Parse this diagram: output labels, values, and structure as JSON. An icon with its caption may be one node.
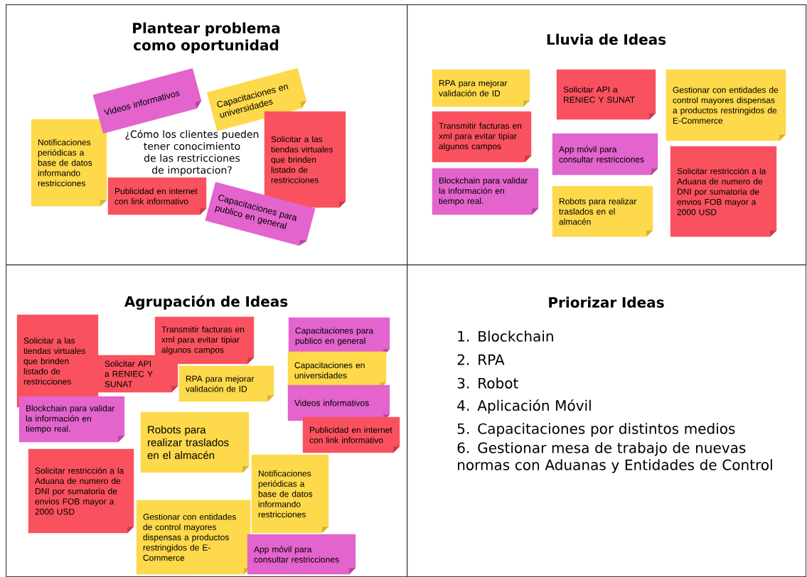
{
  "diagram": {
    "nodes": [
      {
        "text": [
          "Plantear problema como oportunidad"
        ]
      },
      {
        "text": [
          "Videos informativos"
        ],
        "in": 0
      },
      {
        "text": [
          "Capacitaciones en universidades"
        ],
        "in": 0
      },
      {
        "text": [
          "Notificaciones periódicas a base de datos informando restricciones"
        ],
        "in": 0
      },
      {
        "text": [
          "Solicitar a las tiendas virtuales que brinden listado de restricciones"
        ],
        "in": 0
      },
      {
        "text": [
          "Publicidad en internet con link informativo"
        ],
        "in": 0
      },
      {
        "text": [
          "Capacitaciones para publico en general"
        ],
        "in": 0
      },
      {
        "text": [
          "Lluvia de Ideas"
        ]
      },
      {
        "text": [
          "RPA para mejorar validación de ID"
        ],
        "in": 7
      },
      {
        "text": [
          "Solicitar API a RENIEC Y SUNAT"
        ],
        "in": 7
      },
      {
        "text": [
          "Gestionar con entidades de control mayores dispensas a productos restringidos de E-Commerce"
        ],
        "in": 7
      },
      {
        "text": [
          "Transmitir facturas en xml para evitar tipiar algunos campos"
        ],
        "in": 7
      },
      {
        "text": [
          "App móvil para consultar restricciones"
        ],
        "in": 7
      },
      {
        "text": [
          "Solicitar restricción a la Aduana de numero de DNI por sumatoria de envios FOB mayor a 2000 USD"
        ],
        "in": 7
      },
      {
        "text": [
          "Blockchain para validar la información en tiempo real."
        ],
        "in": 7
      },
      {
        "text": [
          "Robots para realizar traslados en el almacén"
        ],
        "in": 7
      },
      {
        "text": [
          "Agrupación de Ideas"
        ]
      },
      {
        "text": [
          "Solicitar a las tiendas virtuales que brinden listado de restricciones"
        ],
        "in": 16
      },
      {
        "text": [
          "Transmitir facturas en xml para evitar tipiar algunos campos"
        ],
        "in": 16
      },
      {
        "text": [
          "Capacitaciones para publico en general"
        ],
        "in": 16
      },
      {
        "text": [
          "Solicitar API a RENIEC Y SUNAT"
        ],
        "in": 16
      },
      {
        "text": [
          "Capacitaciones en universidades"
        ],
        "in": 16
      },
      {
        "text": [
          "RPA para mejorar validación de ID"
        ],
        "in": 16
      },
      {
        "text": [
          "Videos informativos"
        ],
        "in": 16
      },
      {
        "text": [
          "Blockchain para validar la información en tiempo real."
        ],
        "in": 16
      },
      {
        "text": [
          "Robots para realizar traslados en el almacén"
        ],
        "in": 16
      },
      {
        "text": [
          "Publicidad en internet con link informativo"
        ],
        "in": 16
      },
      {
        "text": [
          "Solicitar restricción a la Aduana de numero de DNI por sumatoria de envios FOB mayor a 2000 USD"
        ],
        "in": 16
      },
      {
        "text": [
          "Notificaciones periódicas a base de datos informando restricciones"
        ],
        "in": 16
      },
      {
        "text": [
          "Gestionar con entidades de control mayores dispensas a productos restringidos de E-Commerce"
        ],
        "in": 16
      },
      {
        "text": [
          "App móvil para consultar restricciones"
        ],
        "in": 16
      },
      {
        "text": [
          "Priorizar Ideas"
        ]
      }
    ],
    "labels": [
      "¿Cómo los clientes pueden tener conocimiento de las restricciones de importacion?",
      "1. Blockchain",
      "2. RPA",
      "3. Robot",
      "4. Aplicación Móvil",
      "5. Capacitaciones por distintos medios",
      "6. Gestionar mesa de trabajo de nuevas normas con Aduanas y Entidades de Control"
    ]
  }
}
